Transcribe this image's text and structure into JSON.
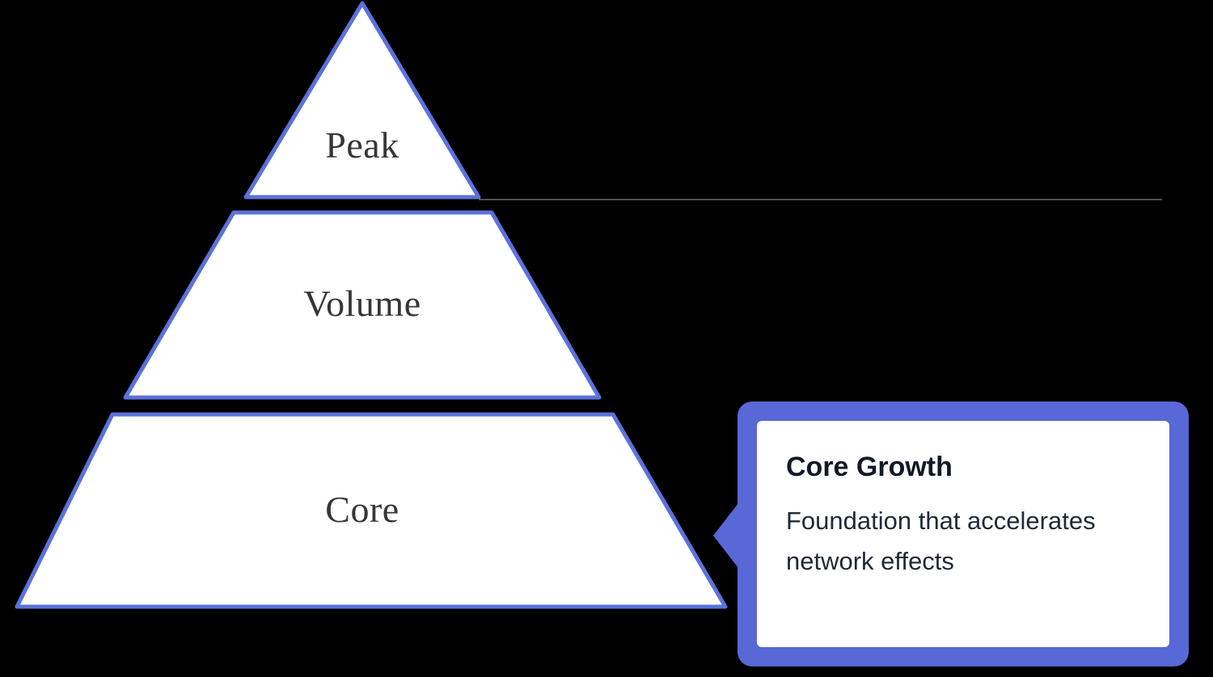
{
  "diagram": {
    "levels": [
      {
        "id": "peak",
        "label": "Peak"
      },
      {
        "id": "volume",
        "label": "Volume"
      },
      {
        "id": "core",
        "label": "Core"
      }
    ]
  },
  "callout": {
    "title": "Core Growth",
    "description": "Foundation that accelerates network effects"
  },
  "colors": {
    "background": "#000000",
    "pyramid_fill": "#ffffff",
    "pyramid_border": "#5b72db",
    "label_text": "#363636",
    "callout_border": "#5868d6",
    "callout_bg": "#ffffff",
    "callout_title": "#111827",
    "callout_text": "#1f2937",
    "connector_line": "#50505a"
  }
}
